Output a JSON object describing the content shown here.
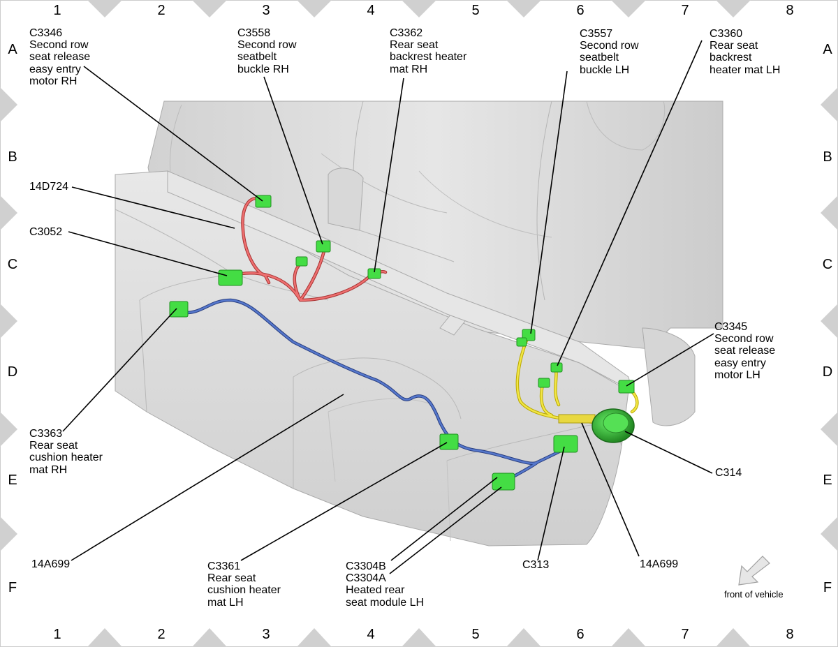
{
  "frame": {
    "columns": [
      "1",
      "2",
      "3",
      "4",
      "5",
      "6",
      "7",
      "8"
    ],
    "rows": [
      "A",
      "B",
      "C",
      "D",
      "E",
      "F"
    ]
  },
  "callouts": {
    "c3346": "C3346\nSecond row\nseat release\neasy entry\nmotor RH",
    "c3558": "C3558\nSecond row\nseatbelt\nbuckle RH",
    "c3362": "C3362\nRear seat\nbackrest heater\nmat RH",
    "c3557": "C3557\nSecond row\nseatbelt\nbuckle LH",
    "c3360": "C3360\nRear seat\nbackrest\nheater mat LH",
    "w14d724": "14D724",
    "c3052": "C3052",
    "c3345": "C3345\nSecond row\nseat release\neasy entry\nmotor LH",
    "c3363": "C3363\nRear seat\ncushion heater\nmat RH",
    "c314": "C314",
    "w14a699_left": "14A699",
    "c3361": "C3361\nRear seat\ncushion heater\nmat LH",
    "c3304": "C3304B\nC3304A\nHeated rear\nseat module LH",
    "c313": "C313",
    "w14a699_right": "14A699"
  },
  "front_of_vehicle": "front of vehicle",
  "colors": {
    "connector": "#44dd44",
    "harness_red": "#e05555",
    "harness_blue": "#4466bb",
    "harness_yellow": "#eedd33",
    "seat": "#dcdcdc"
  }
}
